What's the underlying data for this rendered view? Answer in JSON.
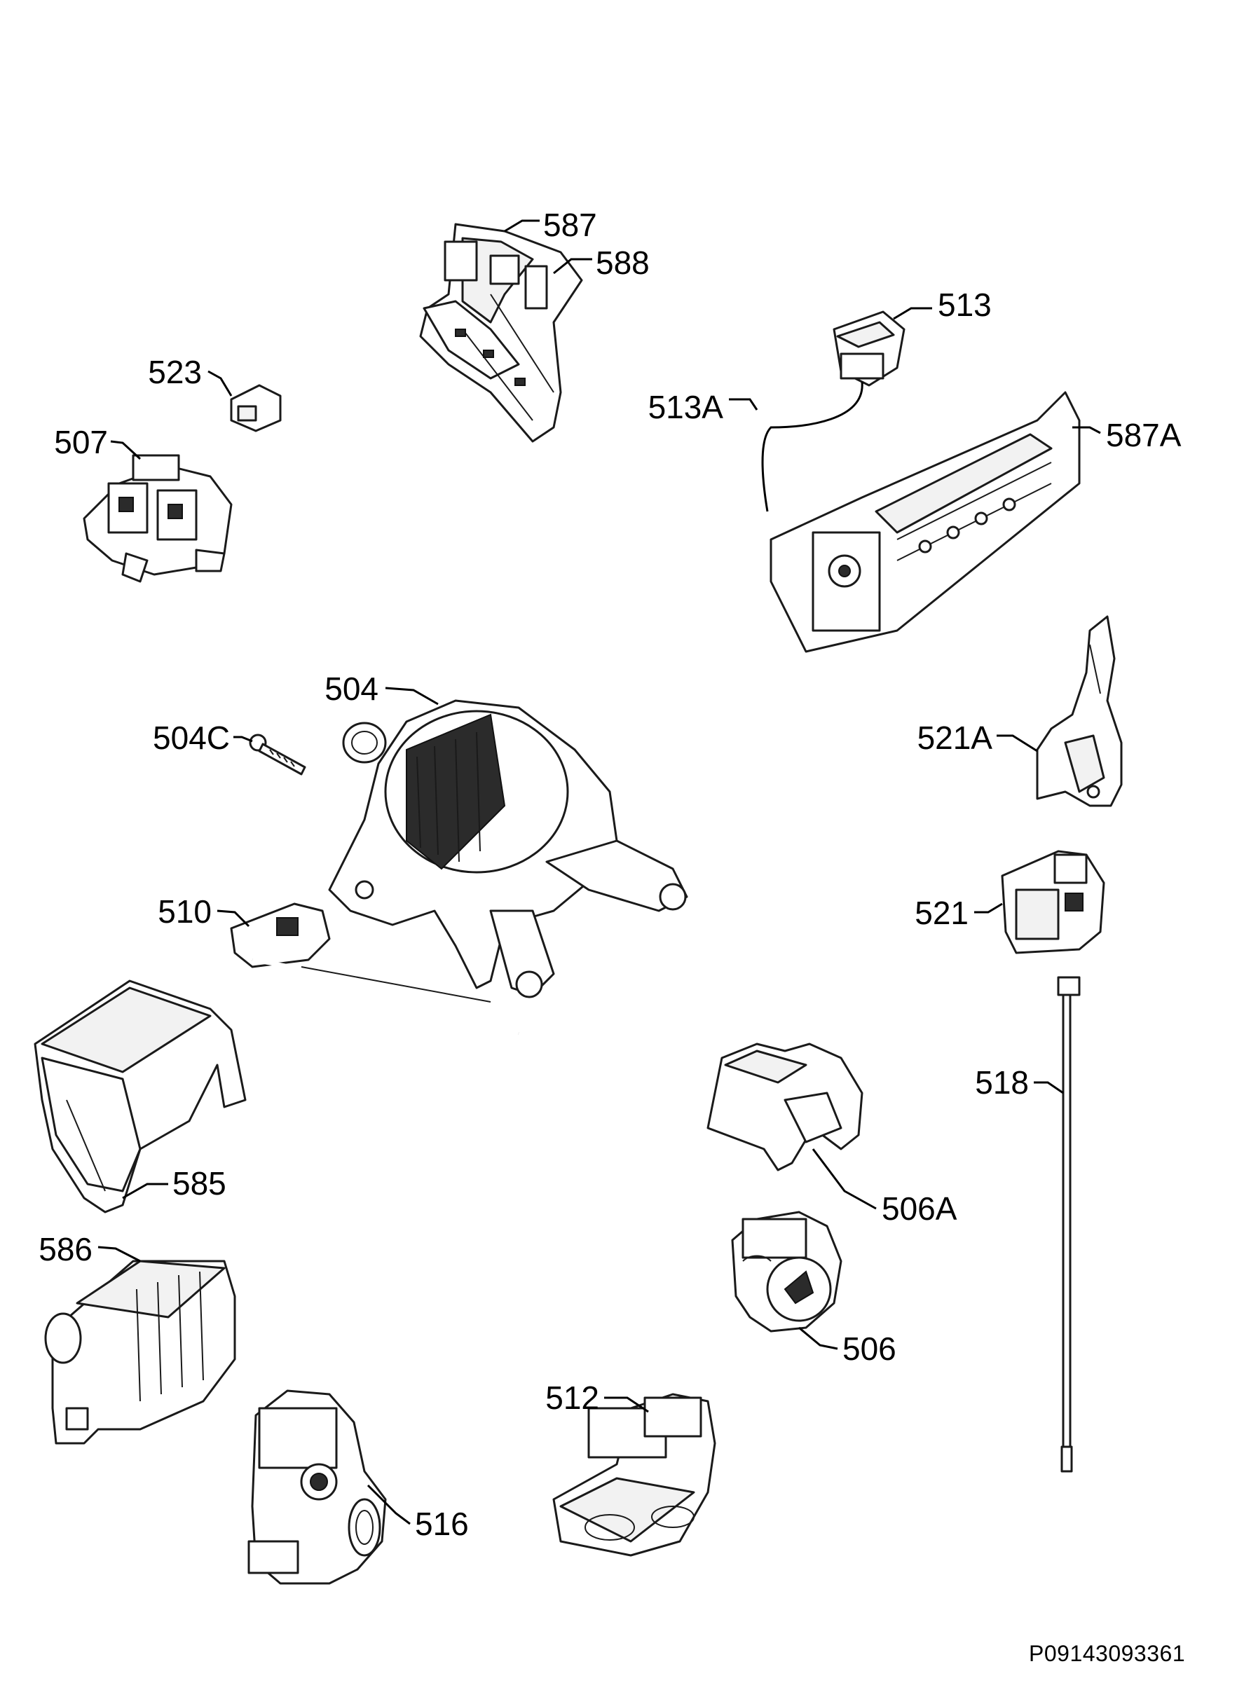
{
  "document_id": "P09143093361",
  "labels": {
    "l587": "587",
    "l588": "588",
    "l513": "513",
    "l523": "523",
    "l513A": "513A",
    "l587A": "587A",
    "l507": "507",
    "l504": "504",
    "l504C": "504C",
    "l521A": "521A",
    "l510": "510",
    "l521": "521",
    "l518": "518",
    "l585": "585",
    "l506A": "506A",
    "l586": "586",
    "l506": "506",
    "l512": "512",
    "l516": "516"
  }
}
